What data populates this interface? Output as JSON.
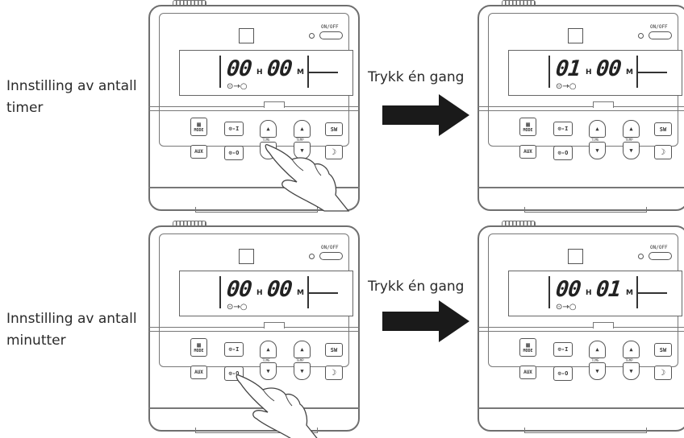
{
  "rows": [
    {
      "caption": "Innstilling av antall timer",
      "press_label": "Trykk én gang",
      "before": {
        "hours": "00",
        "minutes": "00",
        "pressed": "time-down"
      },
      "after": {
        "hours": "01",
        "minutes": "00"
      }
    },
    {
      "caption": "Innstilling av antall minutter",
      "press_label": "Trykk én gang",
      "before": {
        "hours": "00",
        "minutes": "00",
        "pressed": "timer-off"
      },
      "after": {
        "hours": "00",
        "minutes": "01"
      }
    }
  ],
  "remote": {
    "onoff_label": "ON/OFF",
    "hour_unit": "H",
    "minute_unit": "M",
    "mode_label": "MODE",
    "aux_label": "AUX",
    "time_label": "TIME",
    "temp_label": "TEMP",
    "sw_label": "SW",
    "timer_on_symbol": "⊙-I",
    "timer_off_symbol": "⊙-O",
    "up_symbol": "▲",
    "down_symbol": "▼",
    "sleep_symbol": "☽",
    "timer_indicator": "⊙→○"
  }
}
